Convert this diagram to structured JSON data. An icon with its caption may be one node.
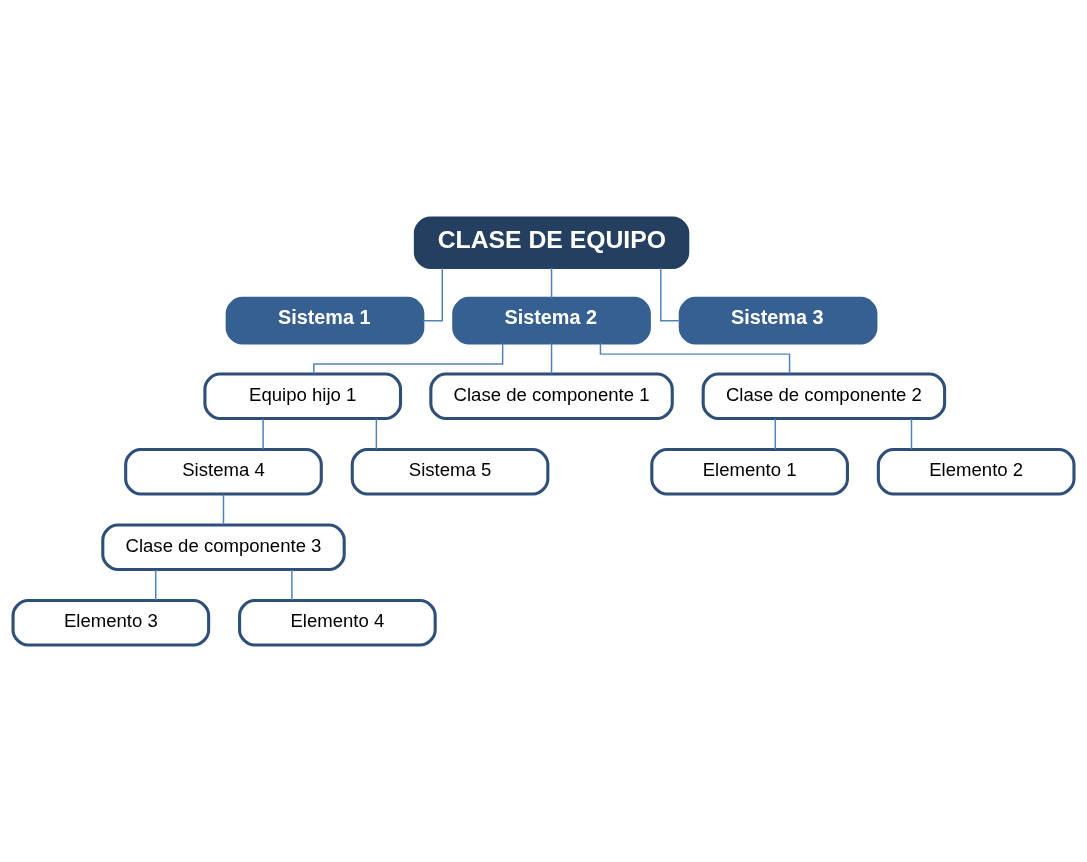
{
  "diagram": {
    "nodes": [
      {
        "text": [
          "CLASE DE EQUIPO"
        ]
      },
      {
        "text": [
          "Sistema 1"
        ]
      },
      {
        "text": [
          "Sistema 2"
        ]
      },
      {
        "text": [
          "Sistema 3"
        ]
      },
      {
        "text": [
          "Equipo hijo 1"
        ]
      },
      {
        "text": [
          "Clase de componente 1"
        ]
      },
      {
        "text": [
          "Clase de componente 2"
        ]
      },
      {
        "text": [
          "Sistema 4"
        ]
      },
      {
        "text": [
          "Sistema 5"
        ]
      },
      {
        "text": [
          "Elemento 1"
        ]
      },
      {
        "text": [
          "Elemento 2"
        ]
      },
      {
        "text": [
          "Clase de componente 3"
        ]
      },
      {
        "text": [
          "Elemento 3"
        ]
      },
      {
        "text": [
          "Elemento 4"
        ]
      }
    ],
    "edges": [
      {
        "from": 0,
        "to": 1,
        "arrow": "none"
      },
      {
        "from": 0,
        "to": 2,
        "arrow": "none"
      },
      {
        "from": 0,
        "to": 3,
        "arrow": "none"
      },
      {
        "from": 2,
        "to": 4,
        "arrow": "none"
      },
      {
        "from": 2,
        "to": 5,
        "arrow": "none"
      },
      {
        "from": 2,
        "to": 6,
        "arrow": "none"
      },
      {
        "from": 4,
        "to": 7,
        "arrow": "none"
      },
      {
        "from": 4,
        "to": 8,
        "arrow": "none"
      },
      {
        "from": 6,
        "to": 9,
        "arrow": "none"
      },
      {
        "from": 6,
        "to": 10,
        "arrow": "none"
      },
      {
        "from": 7,
        "to": 11,
        "arrow": "none"
      },
      {
        "from": 11,
        "to": 12,
        "arrow": "none"
      },
      {
        "from": 11,
        "to": 13,
        "arrow": "none"
      }
    ]
  }
}
